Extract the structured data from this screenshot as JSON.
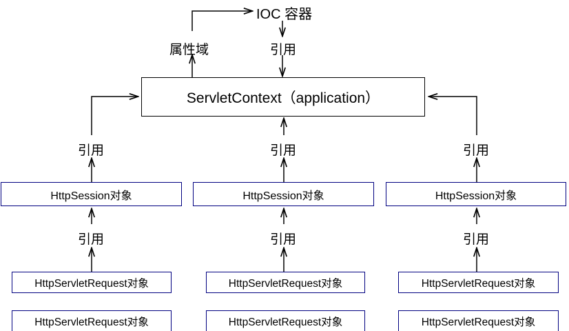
{
  "diagram": {
    "title": "ServletContext / HttpSession / HttpServletRequest scope diagram",
    "colors": {
      "line": "#000000",
      "box_border_primary": "#000000",
      "box_border_secondary": "#000080",
      "background": "#ffffff",
      "text": "#000000"
    },
    "nodes": {
      "ioc_container": "IOC 容器",
      "servlet_context": "ServletContext（application）",
      "session_left": "HttpSession对象",
      "session_middle": "HttpSession对象",
      "session_right": "HttpSession对象",
      "request_left_1": "HttpServletRequest对象",
      "request_left_2": "HttpServletRequest对象",
      "request_mid_1": "HttpServletRequest对象",
      "request_mid_2": "HttpServletRequest对象",
      "request_right_1": "HttpServletRequest对象",
      "request_right_2": "HttpServletRequest对象"
    },
    "edge_labels": {
      "attribute_scope": "属性域",
      "reference_ioc_to_context": "引用",
      "reference_session_left": "引用",
      "reference_session_middle": "引用",
      "reference_session_right": "引用",
      "reference_request_left": "引用",
      "reference_request_middle": "引用",
      "reference_request_right": "引用"
    }
  }
}
